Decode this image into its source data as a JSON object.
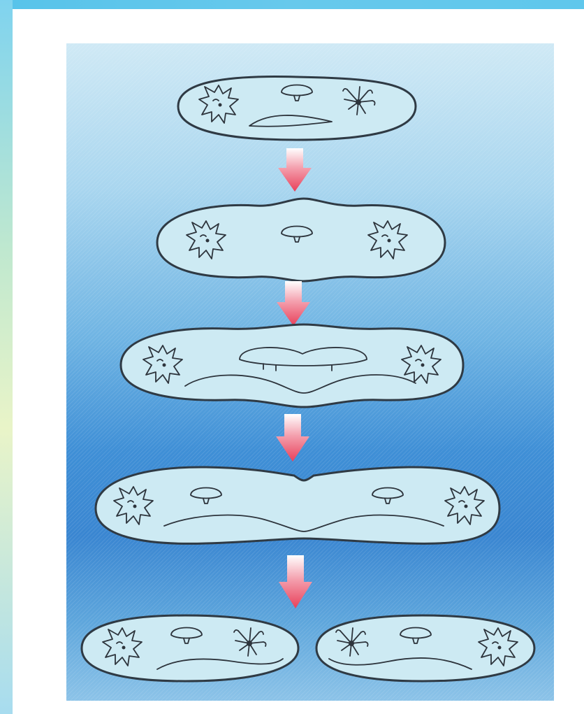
{
  "figure": {
    "stages": [
      {
        "id": "stage-1"
      },
      {
        "id": "stage-2"
      },
      {
        "id": "stage-3"
      },
      {
        "id": "stage-4"
      },
      {
        "id": "stage-5"
      }
    ],
    "arrow_color": "#e8405a",
    "cell_color": "#cdeaf3",
    "background_top": "#cfe9f5",
    "background_bottom": "#3a86d1"
  }
}
